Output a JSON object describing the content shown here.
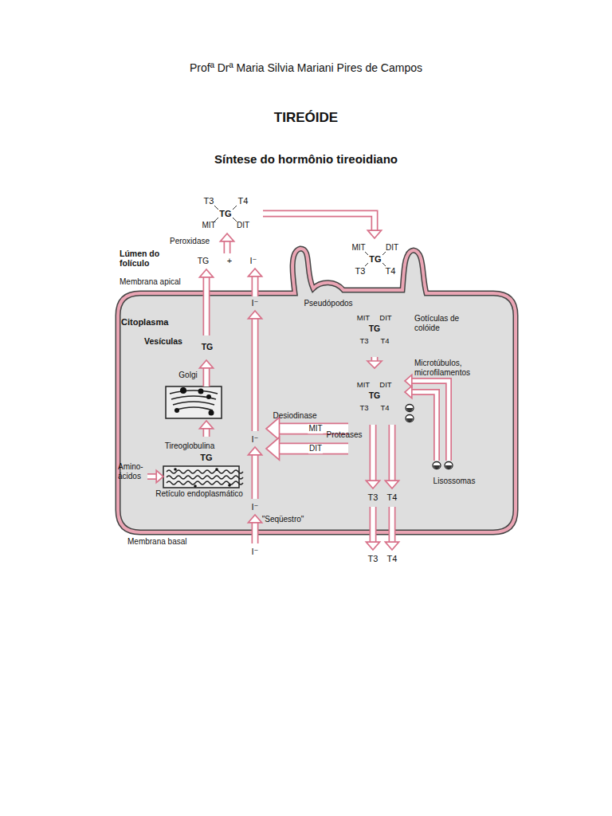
{
  "diagram": {
    "title": "TIREÓIDE",
    "nodes": [
      {
        "text": [
          "Citoplasma"
        ]
      },
      {
        "text": [
          "TG"
        ],
        "in": 0
      },
      {
        "text": [
          "MIT",
          "DIT",
          "TG",
          "T3",
          "T4"
        ],
        "in": 0
      },
      {
        "text": [
          "MIT",
          "DIT",
          "TG",
          "T3",
          "T4"
        ],
        "in": 0
      }
    ],
    "edges": [
      {
        "from": 2,
        "to": 3,
        "arrow": "to"
      }
    ],
    "labels": [
      "Profª Drª Maria Silvia Mariani Pires de Campos",
      "Síntese do hormônio tireoidiano",
      "T3",
      "T4",
      "TG",
      "MIT",
      "DIT",
      "Peroxidase",
      "Lúmen do folículo",
      "TG",
      "+",
      "I⁻",
      "Membrana apical",
      "MIT",
      "DIT",
      "TG",
      "T3",
      "T4",
      "Pseudópodos",
      "Vesículas",
      "I⁻",
      "Golgi",
      "Gotículas de colóide",
      "Microtúbulos, microfilamentos",
      "Desiodinase",
      "MIT",
      "DIT",
      "I⁻",
      "Tireoglobulina",
      "TG",
      "Amino-ácidos",
      "Proteases",
      "Retículo endoplasmático",
      "T3",
      "T4",
      "Lisossomas",
      "I⁻",
      "\"Seqüestro\"",
      "Membrana basal",
      "I⁻",
      "T3",
      "T4"
    ]
  }
}
